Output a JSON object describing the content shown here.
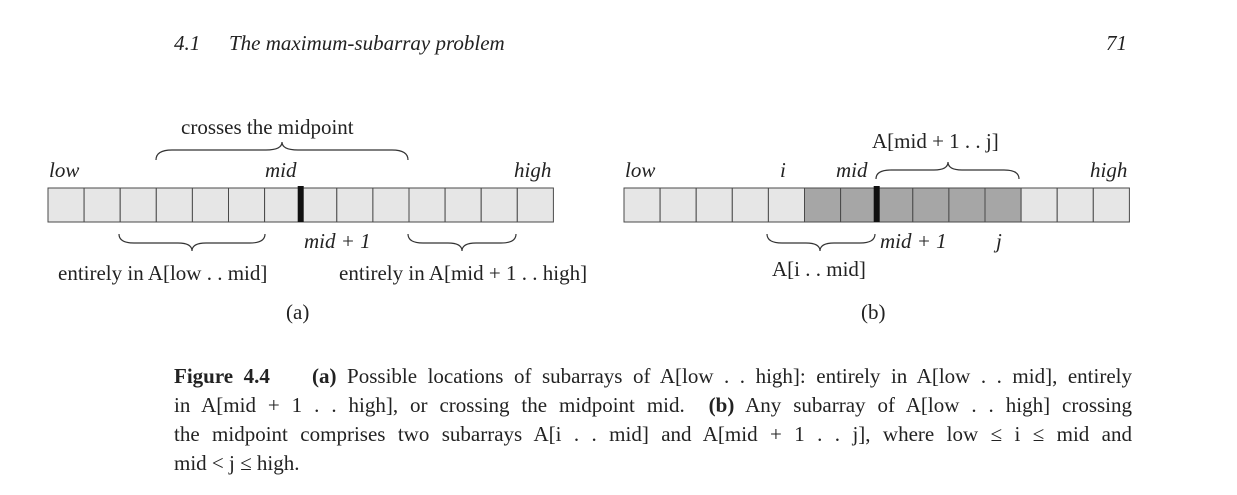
{
  "header": {
    "section": "4.1",
    "title": "The maximum-subarray problem",
    "page_number": "71"
  },
  "panel_a": {
    "cell_count": 14,
    "mid_after_cell": 7,
    "colors": {
      "cell_fill": "#e6e6e6",
      "cell_stroke": "#4a4a4a",
      "divider": "#111111"
    },
    "labels": {
      "low": "low",
      "mid": "mid",
      "high": "high",
      "mid_plus_1": "mid + 1",
      "crosses": "crosses the midpoint",
      "entirely_left": "entirely in A[low . . mid]",
      "entirely_right": "entirely in A[mid + 1 . . high]",
      "sub": "(a)"
    }
  },
  "panel_b": {
    "cell_count": 14,
    "mid_after_cell": 7,
    "shaded_from_cell": 5,
    "shaded_to_cell": 11,
    "colors": {
      "cell_fill": "#e6e6e6",
      "shaded_fill": "#a6a6a6",
      "cell_stroke": "#4a4a4a",
      "divider": "#111111"
    },
    "labels": {
      "low": "low",
      "i": "i",
      "mid": "mid",
      "high": "high",
      "mid_plus_1": "mid + 1",
      "j": "j",
      "right_sub": "A[mid + 1 . . j]",
      "left_sub": "A[i . . mid]",
      "sub": "(b)"
    }
  },
  "caption": {
    "figure_label": "Figure 4.4",
    "line1_a": "(a)",
    "line1": "Possible locations of subarrays of A[low . . high]: entirely in A[low . . mid], entirely",
    "line2_a": "in A[mid + 1 . . high], or crossing the midpoint mid.",
    "line2_b": "(b)",
    "line2_c": "Any subarray of A[low . . high] crossing",
    "line3": "the midpoint comprises two subarrays A[i . . mid] and A[mid + 1 . . j], where low ≤ i ≤ mid and",
    "line4": "mid < j ≤ high."
  }
}
